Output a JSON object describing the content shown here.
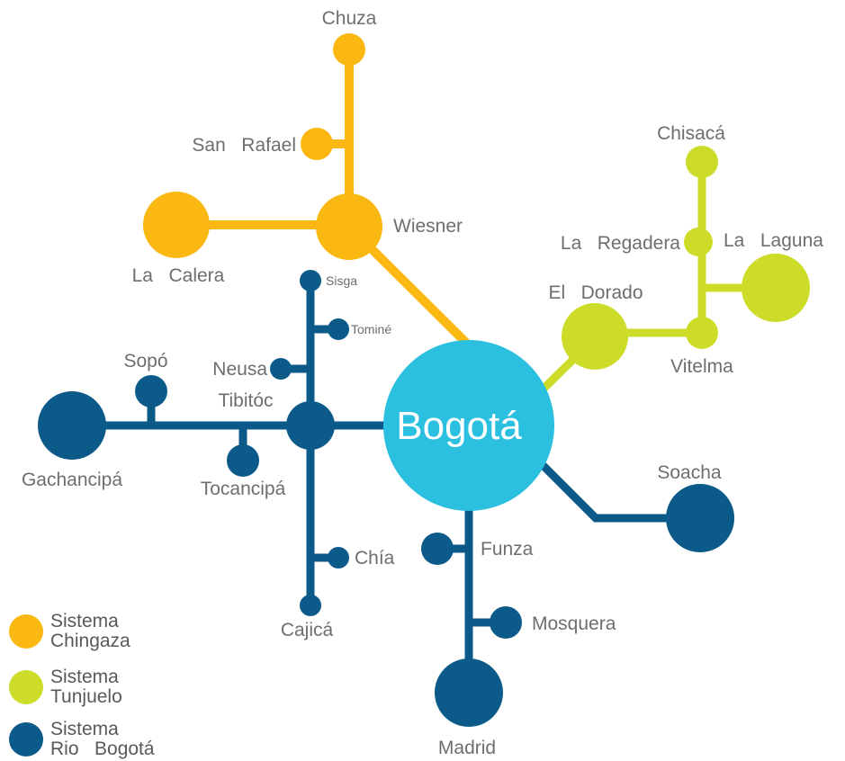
{
  "colors": {
    "chingaza": "#fbb813",
    "tunjuelo": "#cddc29",
    "bogota_river": "#0b5a8a",
    "center": "#2bbfe0"
  },
  "center": {
    "label": "Bogotá"
  },
  "chingaza": {
    "chuza": "Chuza",
    "san_rafael": "San   Rafael",
    "wiesner": "Wiesner",
    "la_calera": "La   Calera"
  },
  "tunjuelo": {
    "chisaca": "Chisacá",
    "la_regadera": "La   Regadera",
    "la_laguna": "La   Laguna",
    "el_dorado": "El   Dorado",
    "vitelma": "Vitelma"
  },
  "rio_bogota": {
    "sisga": "Sisga",
    "tomine": "Tominé",
    "neusa": "Neusa",
    "sopo": "Sopó",
    "tibitoc": "Tibitóc",
    "gachancipa": "Gachancipá",
    "tocancipa": "Tocancipá",
    "chia": "Chía",
    "cajica": "Cajicá",
    "funza": "Funza",
    "mosquera": "Mosquera",
    "madrid": "Madrid",
    "soacha": "Soacha"
  },
  "legend": {
    "chingaza": [
      "Sistema",
      "Chingaza"
    ],
    "tunjuelo": [
      "Sistema",
      "Tunjuelo"
    ],
    "rio_bogota": [
      "Sistema",
      "Rio   Bogotá"
    ]
  }
}
